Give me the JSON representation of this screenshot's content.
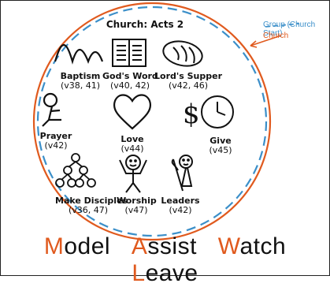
{
  "title": "Church: Acts 2",
  "legend": {
    "group": "Group (Church Start)",
    "church": "Church",
    "group_color": "#3B8FC9",
    "church_color": "#E05A1E"
  },
  "items": [
    {
      "label": "Baptism",
      "ref": "(v38, 41)",
      "icon": "waves-icon"
    },
    {
      "label": "God's Word",
      "ref": "(v40, 42)",
      "icon": "book-icon"
    },
    {
      "label": "Lord's Supper",
      "ref": "(v42, 46)",
      "icon": "bread-icon"
    },
    {
      "label": "Prayer",
      "ref": "(v42)",
      "icon": "kneeling-person-icon"
    },
    {
      "label": "Love",
      "ref": "(v44)",
      "icon": "heart-icon"
    },
    {
      "label": "Give",
      "ref": "(v45)",
      "icon": "money-clock-icon"
    },
    {
      "label": "Make Disciples",
      "ref": "(v36, 47)",
      "icon": "disciples-tree-icon"
    },
    {
      "label": "Worship",
      "ref": "(v47)",
      "icon": "worship-person-icon"
    },
    {
      "label": "Leaders",
      "ref": "(v42)",
      "icon": "shepherd-icon"
    }
  ],
  "bottom": [
    {
      "first": "M",
      "rest": "odel"
    },
    {
      "first": "A",
      "rest": "ssist"
    },
    {
      "first": "W",
      "rest": "atch"
    },
    {
      "first": "L",
      "rest": "eave"
    }
  ]
}
